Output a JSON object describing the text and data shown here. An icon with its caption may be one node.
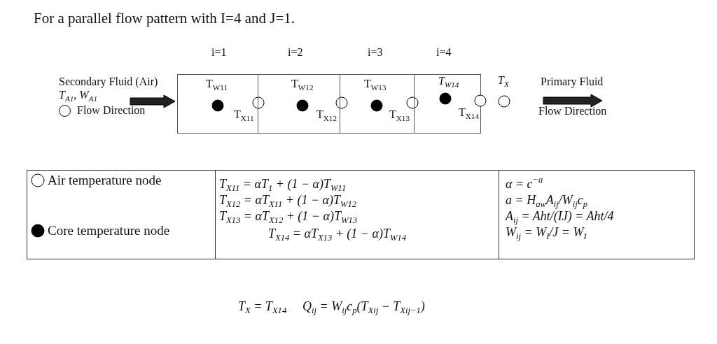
{
  "diagram": {
    "title": "For a parallel flow pattern with I=4 and J=1.",
    "nodes": [
      {
        "text": [],
        "shape": "box"
      },
      {
        "text": [
          "T$_{W11}$"
        ],
        "in": 0
      },
      {
        "text": [
          "T$_{X11}$"
        ],
        "in": 0
      },
      {
        "text": [
          "T$_{W12}$"
        ],
        "in": 0
      },
      {
        "text": [
          "T$_{X12}$"
        ],
        "in": 0
      },
      {
        "text": [
          "T$_{W13}$"
        ],
        "in": 0
      },
      {
        "text": [
          "T$_{X13}$"
        ],
        "in": 0
      },
      {
        "text": [
          "T$_{W14}$"
        ],
        "in": 0
      },
      {
        "text": [
          "T$_{X14}$"
        ]
      },
      {
        "text": [
          "T$_{X}$"
        ]
      },
      {
        "text": [],
        "shape": "circle"
      }
    ],
    "labels": [
      "i=1",
      "i=2",
      "i=3",
      "i=4",
      "Secondary Fluid (Air)",
      "T$_{A1}$, W$_{A1}$",
      "Flow Direction",
      "Primary Fluid",
      "Flow Direction",
      "T$_{X11}$ = αT$_{1}$ + (1 − α)T$_{W11}$",
      "T$_{X12}$ = αT$_{X11}$ + (1 − α)T$_{W12}$",
      "T$_{X13}$ = αT$_{X12}$ + (1 − α)T$_{W13}$",
      "T$_{X14}$ = αT$_{X13}$ + (1 − α)T$_{W14}$",
      "α = c$^{−a}$",
      "a = H$_{aw}$A$_{ij}$/W$_{ij}$c$_{p}$",
      "A$_{ij}$ = Aht/(IJ) = Aht/4",
      "W$_{ij}$ = W$_{I}$/J = W$_{I}$",
      "T$_{X}$ = T$_{X14}$",
      "Q$_{ij}$ = W$_{ij}$c$_{p}$(T$_{Xij}$ − T$_{Xij−1}$)"
    ],
    "legend": [
      {
        "text": "Air temperature node"
      },
      {
        "text": "Core temperature node"
      }
    ]
  }
}
